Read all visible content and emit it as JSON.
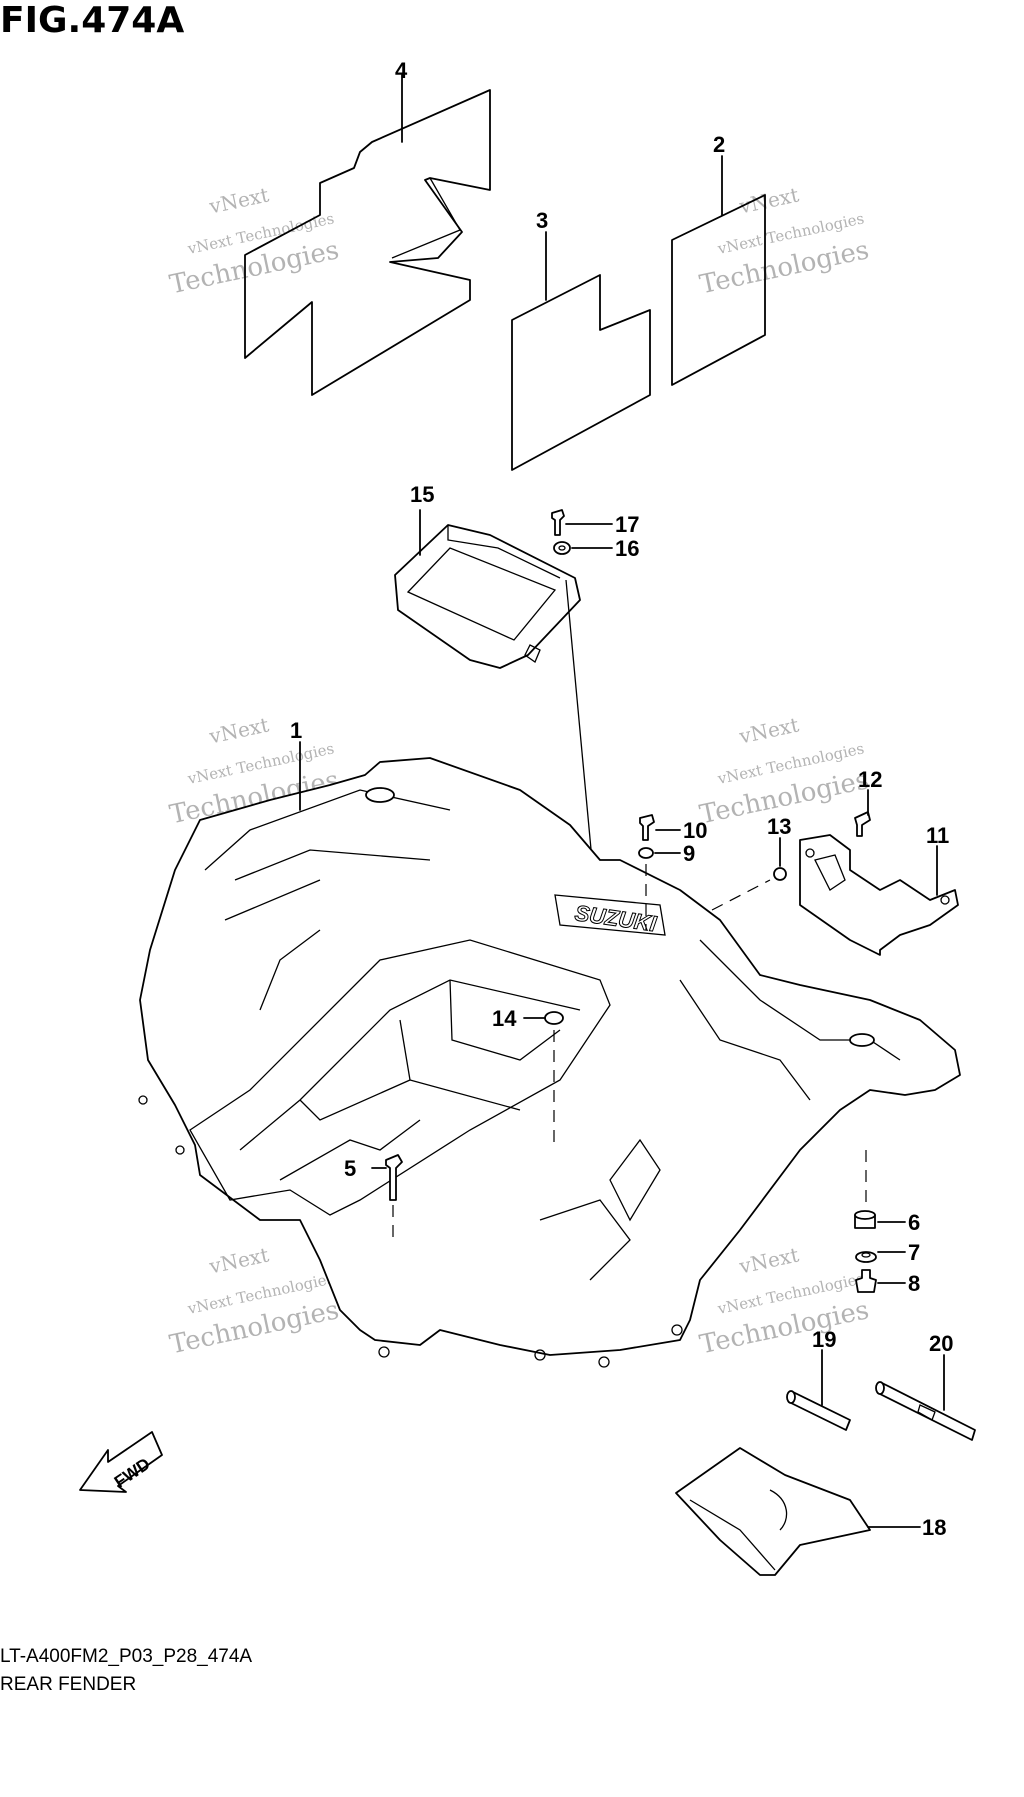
{
  "figure_title": "FIG.474A",
  "footer": {
    "model_code": "LT-A400FM2_P03_P28_474A",
    "section_name": "REAR FENDER"
  },
  "watermark": {
    "line1": "vNext",
    "line2": "vNext Technologies",
    "line3": "Technologies"
  },
  "fwd_arrow_label": "FWD",
  "fender_logo": "SUZUKI",
  "callouts": {
    "c1": "1",
    "c2": "2",
    "c3": "3",
    "c4": "4",
    "c5": "5",
    "c6": "6",
    "c7": "7",
    "c8": "8",
    "c9": "9",
    "c10": "10",
    "c11": "11",
    "c12": "12",
    "c13": "13",
    "c14": "14",
    "c15": "15",
    "c16": "16",
    "c17": "17",
    "c18": "18",
    "c19": "19",
    "c20": "20"
  }
}
